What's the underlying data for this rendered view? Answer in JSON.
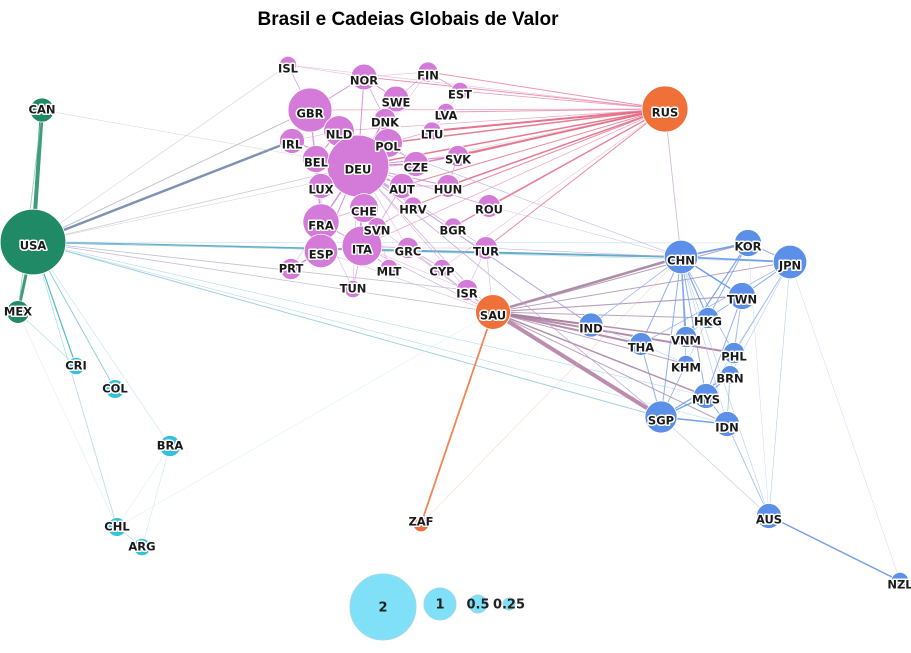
{
  "title": "Brasil e Cadeias Globais de Valor",
  "colors": {
    "americas": "#1f8a65",
    "europe": "#d47ad8",
    "asia": "#5b8fe8",
    "hub": "#f0703a",
    "south": "#35c0dc",
    "legend": "#7fe0f8"
  },
  "nodes": [
    {
      "id": "USA",
      "group": "americas",
      "size": 2.3
    },
    {
      "id": "CAN",
      "group": "americas",
      "size": 0.18
    },
    {
      "id": "MEX",
      "group": "americas",
      "size": 0.15
    },
    {
      "id": "CRI",
      "group": "south",
      "size": 0.06
    },
    {
      "id": "COL",
      "group": "south",
      "size": 0.08
    },
    {
      "id": "BRA",
      "group": "south",
      "size": 0.12
    },
    {
      "id": "CHL",
      "group": "south",
      "size": 0.08
    },
    {
      "id": "ARG",
      "group": "south",
      "size": 0.06
    },
    {
      "id": "ISL",
      "group": "europe",
      "size": 0.06
    },
    {
      "id": "NOR",
      "group": "europe",
      "size": 0.22
    },
    {
      "id": "FIN",
      "group": "europe",
      "size": 0.1
    },
    {
      "id": "EST",
      "group": "europe",
      "size": 0.06
    },
    {
      "id": "SWE",
      "group": "europe",
      "size": 0.22
    },
    {
      "id": "LVA",
      "group": "europe",
      "size": 0.06
    },
    {
      "id": "GBR",
      "group": "europe",
      "size": 0.9
    },
    {
      "id": "DNK",
      "group": "europe",
      "size": 0.12
    },
    {
      "id": "LTU",
      "group": "europe",
      "size": 0.07
    },
    {
      "id": "NLD",
      "group": "europe",
      "size": 0.35
    },
    {
      "id": "IRL",
      "group": "europe",
      "size": 0.2
    },
    {
      "id": "POL",
      "group": "europe",
      "size": 0.3
    },
    {
      "id": "BEL",
      "group": "europe",
      "size": 0.25
    },
    {
      "id": "DEU",
      "group": "europe",
      "size": 2.0
    },
    {
      "id": "CZE",
      "group": "europe",
      "size": 0.2
    },
    {
      "id": "SVK",
      "group": "europe",
      "size": 0.12
    },
    {
      "id": "LUX",
      "group": "europe",
      "size": 0.2
    },
    {
      "id": "AUT",
      "group": "europe",
      "size": 0.2
    },
    {
      "id": "HUN",
      "group": "europe",
      "size": 0.15
    },
    {
      "id": "FRA",
      "group": "europe",
      "size": 0.55
    },
    {
      "id": "CHE",
      "group": "europe",
      "size": 0.3
    },
    {
      "id": "HRV",
      "group": "europe",
      "size": 0.07
    },
    {
      "id": "ROU",
      "group": "europe",
      "size": 0.15
    },
    {
      "id": "SVN",
      "group": "europe",
      "size": 0.08
    },
    {
      "id": "BGR",
      "group": "europe",
      "size": 0.07
    },
    {
      "id": "ESP",
      "group": "europe",
      "size": 0.45
    },
    {
      "id": "ITA",
      "group": "europe",
      "size": 0.7
    },
    {
      "id": "GRC",
      "group": "europe",
      "size": 0.12
    },
    {
      "id": "TUR",
      "group": "europe",
      "size": 0.15
    },
    {
      "id": "PRT",
      "group": "europe",
      "size": 0.12
    },
    {
      "id": "MLT",
      "group": "europe",
      "size": 0.06
    },
    {
      "id": "CYP",
      "group": "europe",
      "size": 0.06
    },
    {
      "id": "TUN",
      "group": "europe",
      "size": 0.06
    },
    {
      "id": "ISR",
      "group": "europe",
      "size": 0.12
    },
    {
      "id": "RUS",
      "group": "hub",
      "size": 1.0
    },
    {
      "id": "SAU",
      "group": "hub",
      "size": 0.5
    },
    {
      "id": "ZAF",
      "group": "hub",
      "size": 0.04
    },
    {
      "id": "CHN",
      "group": "asia",
      "size": 0.45
    },
    {
      "id": "KOR",
      "group": "asia",
      "size": 0.25
    },
    {
      "id": "JPN",
      "group": "asia",
      "size": 0.45
    },
    {
      "id": "TWN",
      "group": "asia",
      "size": 0.25
    },
    {
      "id": "HKG",
      "group": "asia",
      "size": 0.12
    },
    {
      "id": "IND",
      "group": "asia",
      "size": 0.18
    },
    {
      "id": "VNM",
      "group": "asia",
      "size": 0.12
    },
    {
      "id": "THA",
      "group": "asia",
      "size": 0.15
    },
    {
      "id": "PHL",
      "group": "asia",
      "size": 0.12
    },
    {
      "id": "KHM",
      "group": "asia",
      "size": 0.06
    },
    {
      "id": "BRN",
      "group": "asia",
      "size": 0.08
    },
    {
      "id": "MYS",
      "group": "asia",
      "size": 0.2
    },
    {
      "id": "SGP",
      "group": "asia",
      "size": 0.4
    },
    {
      "id": "IDN",
      "group": "asia",
      "size": 0.2
    },
    {
      "id": "AUS",
      "group": "asia",
      "size": 0.2
    },
    {
      "id": "NZL",
      "group": "asia",
      "size": 0.06
    }
  ],
  "edges": [
    [
      "USA",
      "CAN",
      4,
      "#1f8a65"
    ],
    [
      "USA",
      "MEX",
      3,
      "#1f8a65"
    ],
    [
      "USA",
      "CRI",
      1.2,
      "#35b0b8"
    ],
    [
      "USA",
      "COL",
      1,
      "#7cc7da"
    ],
    [
      "USA",
      "CHL",
      0.8,
      "#9fd8e6"
    ],
    [
      "USA",
      "BRA",
      0.6,
      "#b5e2ee"
    ],
    [
      "USA",
      "IRL",
      2.5,
      "#6a7fa4"
    ],
    [
      "USA",
      "CHN",
      2,
      "#4aa0c0"
    ],
    [
      "USA",
      "GBR",
      1,
      "#b7b9d0"
    ],
    [
      "USA",
      "DEU",
      0.8,
      "#c4c4d6"
    ],
    [
      "USA",
      "ISL",
      0.6,
      "#c9c9d8"
    ],
    [
      "USA",
      "SGP",
      1,
      "#8ec8dc"
    ],
    [
      "USA",
      "IDN",
      0.6,
      "#a8d4e4"
    ],
    [
      "USA",
      "MYS",
      0.6,
      "#a8d4e4"
    ],
    [
      "USA",
      "ISR",
      0.8,
      "#b0b8d0"
    ],
    [
      "USA",
      "KOR",
      0.6,
      "#b8d8e8"
    ],
    [
      "USA",
      "JPN",
      0.6,
      "#b8d8e8"
    ],
    [
      "USA",
      "RUS",
      0.5,
      "#d4c0d0"
    ],
    [
      "CAN",
      "MEX",
      0.8,
      "#7cc7b0"
    ],
    [
      "CAN",
      "DEU",
      0.5,
      "#d0c8dc"
    ],
    [
      "MEX",
      "CRI",
      0.6,
      "#9fd8e6"
    ],
    [
      "CHL",
      "ARG",
      0.8,
      "#a8dceb"
    ],
    [
      "CHL",
      "BRA",
      0.5,
      "#c6e8f2"
    ],
    [
      "ARG",
      "BRA",
      0.6,
      "#c0e6f0"
    ],
    [
      "CHL",
      "SAU",
      0.5,
      "#cfe8f0"
    ],
    [
      "MEX",
      "CHL",
      0.5,
      "#cfe8f0"
    ],
    [
      "RUS",
      "DEU",
      1.5,
      "#e6607a"
    ],
    [
      "RUS",
      "NOR",
      1,
      "#e880a8"
    ],
    [
      "RUS",
      "FIN",
      1,
      "#e880a8"
    ],
    [
      "RUS",
      "EST",
      0.8,
      "#e88aa8"
    ],
    [
      "RUS",
      "LVA",
      1,
      "#e888aa"
    ],
    [
      "RUS",
      "LTU",
      2,
      "#e05a78"
    ],
    [
      "RUS",
      "POL",
      1.5,
      "#e06880"
    ],
    [
      "RUS",
      "CZE",
      1.2,
      "#e47890"
    ],
    [
      "RUS",
      "SVK",
      1.5,
      "#e06480"
    ],
    [
      "RUS",
      "HUN",
      1.5,
      "#e06480"
    ],
    [
      "RUS",
      "AUT",
      1,
      "#e47890"
    ],
    [
      "RUS",
      "HRV",
      1,
      "#e47890"
    ],
    [
      "RUS",
      "ROU",
      1,
      "#e47890"
    ],
    [
      "RUS",
      "BGR",
      1.2,
      "#e47890"
    ],
    [
      "RUS",
      "TUR",
      1,
      "#e47890"
    ],
    [
      "RUS",
      "GBR",
      0.8,
      "#e8a0c0"
    ],
    [
      "RUS",
      "NLD",
      0.8,
      "#e8a0c0"
    ],
    [
      "RUS",
      "ITA",
      0.8,
      "#e8a0c0"
    ],
    [
      "RUS",
      "CHN",
      0.8,
      "#c8a8c8"
    ],
    [
      "RUS",
      "ISL",
      0.6,
      "#e8b0c8"
    ],
    [
      "RUS",
      "CYP",
      0.6,
      "#e8b0c8"
    ],
    [
      "SAU",
      "ZAF",
      1.8,
      "#f0703a"
    ],
    [
      "SAU",
      "SGP",
      4,
      "#b07aa0"
    ],
    [
      "SAU",
      "CHN",
      2.5,
      "#a07898"
    ],
    [
      "SAU",
      "IND",
      2,
      "#a07898"
    ],
    [
      "SAU",
      "THA",
      2,
      "#a8789c"
    ],
    [
      "SAU",
      "PHL",
      2,
      "#a8789c"
    ],
    [
      "SAU",
      "VNM",
      1.5,
      "#a8809e"
    ],
    [
      "SAU",
      "MYS",
      1.5,
      "#a8809e"
    ],
    [
      "SAU",
      "KHM",
      1,
      "#b090b0"
    ],
    [
      "SAU",
      "TWN",
      1.2,
      "#b090b0"
    ],
    [
      "SAU",
      "HKG",
      1,
      "#b090b0"
    ],
    [
      "SAU",
      "USA",
      0.8,
      "#c0b0c8"
    ],
    [
      "SAU",
      "DEU",
      0.8,
      "#c8a8d8"
    ],
    [
      "SAU",
      "ITA",
      0.6,
      "#d0b0d8"
    ],
    [
      "SAU",
      "ESP",
      0.6,
      "#d0b0d8"
    ],
    [
      "SAU",
      "GRC",
      0.8,
      "#c8a0d0"
    ],
    [
      "SAU",
      "TUR",
      0.6,
      "#d0b0d8"
    ],
    [
      "SAU",
      "SVN",
      0.6,
      "#d0b0d8"
    ],
    [
      "SAU",
      "KOR",
      1,
      "#b090b0"
    ],
    [
      "SAU",
      "JPN",
      1,
      "#b090b0"
    ],
    [
      "SAU",
      "IDN",
      1,
      "#b090b0"
    ],
    [
      "CHN",
      "KOR",
      1.8,
      "#5b8fe8"
    ],
    [
      "CHN",
      "JPN",
      1.8,
      "#5b8fe8"
    ],
    [
      "CHN",
      "TWN",
      1.5,
      "#5b8fe8"
    ],
    [
      "CHN",
      "HKG",
      1.2,
      "#6a98ea"
    ],
    [
      "CHN",
      "VNM",
      1.5,
      "#6a98ea"
    ],
    [
      "CHN",
      "SGP",
      1,
      "#7aa4ec"
    ],
    [
      "CHN",
      "THA",
      1,
      "#7aa4ec"
    ],
    [
      "CHN",
      "KHM",
      0.8,
      "#8aafee"
    ],
    [
      "CHN",
      "IND",
      0.8,
      "#8aafee"
    ],
    [
      "CHN",
      "MYS",
      1,
      "#7aa4ec"
    ],
    [
      "CHN",
      "PHL",
      0.8,
      "#8aafee"
    ],
    [
      "CHN",
      "AUS",
      0.6,
      "#a8c4f0"
    ],
    [
      "CHN",
      "IDN",
      0.6,
      "#a8c4f0"
    ],
    [
      "KOR",
      "JPN",
      1,
      "#7aa4ec"
    ],
    [
      "KOR",
      "VNM",
      1.2,
      "#6a98ea"
    ],
    [
      "KOR",
      "HKG",
      1,
      "#7aa4ec"
    ],
    [
      "JPN",
      "TWN",
      1,
      "#7aa4ec"
    ],
    [
      "JPN",
      "THA",
      0.8,
      "#8aafee"
    ],
    [
      "JPN",
      "PHL",
      0.8,
      "#8aafee"
    ],
    [
      "JPN",
      "MYS",
      0.6,
      "#a8c4f0"
    ],
    [
      "JPN",
      "AUS",
      0.6,
      "#a8c4f0"
    ],
    [
      "JPN",
      "BRN",
      0.6,
      "#a8c4f0"
    ],
    [
      "TWN",
      "HKG",
      1,
      "#7aa4ec"
    ],
    [
      "TWN",
      "PHL",
      0.8,
      "#8aafee"
    ],
    [
      "TWN",
      "MYS",
      1,
      "#7aa4ec"
    ],
    [
      "HKG",
      "VNM",
      0.8,
      "#8aafee"
    ],
    [
      "HKG",
      "SGP",
      0.6,
      "#a8c4f0"
    ],
    [
      "SGP",
      "MYS",
      1.5,
      "#5b8fe8"
    ],
    [
      "SGP",
      "IDN",
      1.5,
      "#5b8fe8"
    ],
    [
      "SGP",
      "THA",
      1,
      "#7aa4ec"
    ],
    [
      "SGP",
      "BRN",
      1.2,
      "#6a98ea"
    ],
    [
      "SGP",
      "AUS",
      0.6,
      "#a8c4f0"
    ],
    [
      "SGP",
      "KHM",
      0.8,
      "#8aafee"
    ],
    [
      "MYS",
      "BRN",
      1.2,
      "#6a98ea"
    ],
    [
      "MYS",
      "IDN",
      1,
      "#7aa4ec"
    ],
    [
      "BRN",
      "IDN",
      0.8,
      "#8aafee"
    ],
    [
      "IDN",
      "AUS",
      0.8,
      "#8aafee"
    ],
    [
      "AUS",
      "NZL",
      1.5,
      "#5b8fe8"
    ],
    [
      "IND",
      "THA",
      0.6,
      "#a8c4f0"
    ],
    [
      "PHL",
      "BRN",
      0.6,
      "#a8c4f0"
    ],
    [
      "KHM",
      "THA",
      0.6,
      "#a8c4f0"
    ],
    [
      "JPN",
      "NZL",
      0.5,
      "#c0d4f4"
    ],
    [
      "KOR",
      "AUS",
      0.5,
      "#c0d4f4"
    ],
    [
      "TWN",
      "BRN",
      0.6,
      "#a8c4f0"
    ],
    [
      "DEU",
      "GBR",
      1.5,
      "#c870d0"
    ],
    [
      "DEU",
      "NLD",
      1.5,
      "#c870d0"
    ],
    [
      "DEU",
      "POL",
      1.5,
      "#c870d0"
    ],
    [
      "DEU",
      "CZE",
      1.5,
      "#c870d0"
    ],
    [
      "DEU",
      "AUT",
      1.5,
      "#c870d0"
    ],
    [
      "DEU",
      "FRA",
      1.5,
      "#c870d0"
    ],
    [
      "DEU",
      "CHE",
      1.2,
      "#c870d0"
    ],
    [
      "DEU",
      "ITA",
      1.5,
      "#c870d0"
    ],
    [
      "DEU",
      "ESP",
      1,
      "#d080d4"
    ],
    [
      "DEU",
      "BEL",
      1,
      "#d080d4"
    ],
    [
      "DEU",
      "LUX",
      1,
      "#d080d4"
    ],
    [
      "DEU",
      "HUN",
      1,
      "#d080d4"
    ],
    [
      "DEU",
      "SVK",
      1,
      "#d080d4"
    ],
    [
      "DEU",
      "DNK",
      1,
      "#d080d4"
    ],
    [
      "DEU",
      "SWE",
      1,
      "#d080d4"
    ],
    [
      "DEU",
      "IRL",
      1,
      "#d080d4"
    ],
    [
      "DEU",
      "ROU",
      0.8,
      "#d890d8"
    ],
    [
      "DEU",
      "SVN",
      0.8,
      "#d890d8"
    ],
    [
      "DEU",
      "HRV",
      0.8,
      "#d890d8"
    ],
    [
      "DEU",
      "TUR",
      0.6,
      "#e0a8e0"
    ],
    [
      "DEU",
      "BGR",
      0.6,
      "#e0a8e0"
    ],
    [
      "DEU",
      "GRC",
      0.6,
      "#e0a8e0"
    ],
    [
      "DEU",
      "NOR",
      1,
      "#d080d4"
    ],
    [
      "DEU",
      "FIN",
      0.6,
      "#e0a8e0"
    ],
    [
      "DEU",
      "MLT",
      0.6,
      "#e0a8e0"
    ],
    [
      "DEU",
      "TUN",
      0.6,
      "#e0a8e0"
    ],
    [
      "DEU",
      "PRT",
      0.6,
      "#e0a8e0"
    ],
    [
      "GBR",
      "IRL",
      1.5,
      "#c870d0"
    ],
    [
      "GBR",
      "NOR",
      1,
      "#d080d4"
    ],
    [
      "GBR",
      "NLD",
      1,
      "#d080d4"
    ],
    [
      "GBR",
      "ISL",
      0.8,
      "#d890d8"
    ],
    [
      "GBR",
      "FRA",
      0.8,
      "#d890d8"
    ],
    [
      "GBR",
      "BEL",
      0.8,
      "#d890d8"
    ],
    [
      "NOR",
      "SWE",
      1,
      "#d080d4"
    ],
    [
      "NOR",
      "DNK",
      0.8,
      "#d890d8"
    ],
    [
      "NOR",
      "FIN",
      0.6,
      "#e0a8e0"
    ],
    [
      "ISL",
      "NOR",
      0.6,
      "#e0a8e0"
    ],
    [
      "ISL",
      "GBR",
      0.6,
      "#e0a8e0"
    ],
    [
      "SWE",
      "FIN",
      0.8,
      "#d890d8"
    ],
    [
      "SWE",
      "DNK",
      0.8,
      "#d890d8"
    ],
    [
      "FIN",
      "EST",
      0.8,
      "#d890d8"
    ],
    [
      "EST",
      "LVA",
      0.6,
      "#e0a8e0"
    ],
    [
      "LVA",
      "LTU",
      0.8,
      "#d890d8"
    ],
    [
      "LTU",
      "POL",
      0.8,
      "#d890d8"
    ],
    [
      "POL",
      "CZE",
      0.8,
      "#d890d8"
    ],
    [
      "CZE",
      "SVK",
      1,
      "#d080d4"
    ],
    [
      "SVK",
      "HUN",
      0.8,
      "#d890d8"
    ],
    [
      "AUT",
      "HUN",
      0.8,
      "#d890d8"
    ],
    [
      "AUT",
      "SVN",
      0.8,
      "#d890d8"
    ],
    [
      "HRV",
      "SVN",
      0.8,
      "#d890d8"
    ],
    [
      "ROU",
      "BGR",
      0.8,
      "#d890d8"
    ],
    [
      "ITA",
      "MLT",
      0.8,
      "#d890d8"
    ],
    [
      "ITA",
      "GRC",
      0.8,
      "#d890d8"
    ],
    [
      "ITA",
      "ESP",
      1,
      "#d080d4"
    ],
    [
      "ITA",
      "FRA",
      1,
      "#d080d4"
    ],
    [
      "ITA",
      "TUN",
      0.8,
      "#d890d8"
    ],
    [
      "ITA",
      "SVN",
      0.6,
      "#e0a8e0"
    ],
    [
      "ESP",
      "PRT",
      1.2,
      "#c870d0"
    ],
    [
      "ESP",
      "FRA",
      1.2,
      "#c870d0"
    ],
    [
      "FRA",
      "BEL",
      1,
      "#d080d4"
    ],
    [
      "FRA",
      "LUX",
      0.8,
      "#d890d8"
    ],
    [
      "FRA",
      "CHE",
      0.8,
      "#d890d8"
    ],
    [
      "BEL",
      "NLD",
      1,
      "#d080d4"
    ],
    [
      "BEL",
      "LUX",
      0.8,
      "#d890d8"
    ],
    [
      "IRL",
      "NLD",
      0.6,
      "#e0a8e0"
    ],
    [
      "GRC",
      "CYP",
      0.8,
      "#d890d8"
    ],
    [
      "GRC",
      "TUR",
      0.6,
      "#e0a8e0"
    ],
    [
      "TUR",
      "BGR",
      0.6,
      "#e0a8e0"
    ],
    [
      "ISR",
      "TUR",
      0.6,
      "#e0a8e0"
    ],
    [
      "ISR",
      "ITA",
      0.6,
      "#e0a8e0"
    ],
    [
      "ISR",
      "DEU",
      0.6,
      "#e0a8e0"
    ],
    [
      "FRA",
      "TUN",
      0.6,
      "#e0a8e0"
    ],
    [
      "ISR",
      "USA",
      0.6,
      "#c4c4d6"
    ],
    [
      "ITA",
      "SAU",
      0.6,
      "#d0b0d8"
    ],
    [
      "GRC",
      "SAU",
      0.6,
      "#d0b0d8"
    ],
    [
      "DEU",
      "SGP",
      0.8,
      "#b89cd8"
    ],
    [
      "DEU",
      "IND",
      1,
      "#a890e0"
    ],
    [
      "NLD",
      "CHN",
      0.6,
      "#b8a8e0"
    ],
    [
      "TUR",
      "CHN",
      0.6,
      "#b8a8e0"
    ],
    [
      "ROU",
      "CHN",
      0.5,
      "#c8b8e4"
    ],
    [
      "ZAF",
      "CHN",
      0.5,
      "#f0b8a0"
    ]
  ],
  "legend": [
    {
      "label": "2",
      "value": 2
    },
    {
      "label": "1",
      "value": 1
    },
    {
      "label": "0.5",
      "value": 0.5
    },
    {
      "label": "0.25",
      "value": 0.25
    }
  ]
}
